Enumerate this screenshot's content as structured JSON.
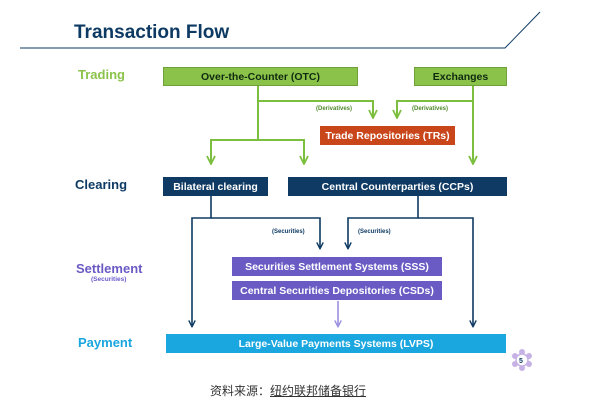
{
  "title": "Transaction Flow",
  "rows": {
    "trading": "Trading",
    "clearing": "Clearing",
    "settlement": "Settlement",
    "settlement_sub": "(Securities)",
    "payment": "Payment"
  },
  "boxes": {
    "otc": "Over-the-Counter (OTC)",
    "exchanges": "Exchanges",
    "tr": "Trade Repositories (TRs)",
    "bilateral": "Bilateral clearing",
    "ccp": "Central Counterparties (CCPs)",
    "sss": "Securities Settlement Systems (SSS)",
    "csd": "Central Securities Depositories (CSDs)",
    "lvps": "Large-Value Payments Systems (LVPS)"
  },
  "edge_labels": {
    "deriv_left": "(Derivatives)",
    "deriv_right": "(Derivatives)",
    "sec_left": "(Securities)",
    "sec_right": "(Securities)"
  },
  "page_number": "5",
  "caption": {
    "prefix": "资料来源：",
    "source": "纽约联邦储备银行"
  },
  "colors": {
    "title": "#0d3a63",
    "trading": "#8bc34a",
    "clearing": "#0e3a63",
    "settlement": "#6a5ac4",
    "payment": "#1aa6df",
    "tr": "#c9461b"
  }
}
